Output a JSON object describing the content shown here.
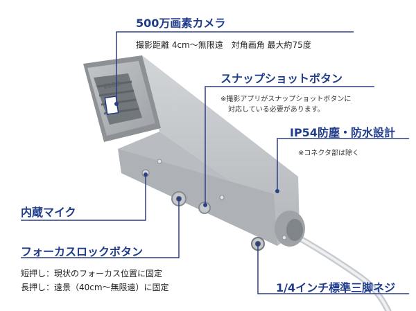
{
  "callouts": {
    "camera": {
      "title": "500万画素カメラ",
      "desc": "撮影距離 4cm〜無限遠　対角画角 最大約75度"
    },
    "snapshot": {
      "title": "スナップショットボタン",
      "note_line1": "※撮影アプリがスナップショットボタンに",
      "note_line2": "対応している必要があります。"
    },
    "ip54": {
      "title": "IP54防塵・防水設計",
      "note": "※コネクタ部は除く"
    },
    "mic": {
      "title": "内蔵マイク"
    },
    "focus_lock": {
      "title": "フォーカスロックボタン",
      "line1": "短押し：現状のフォーカス位置に固定",
      "line2": "長押し：遠景（40cm〜無限遠）に固定"
    },
    "tripod": {
      "title": "1/4インチ標準三脚ネジ"
    }
  },
  "product": {
    "logo_text": "ELEC"
  },
  "colors": {
    "accent": "#1f3b8a",
    "line": "#2b3f86",
    "body": "#c9ccd0"
  }
}
